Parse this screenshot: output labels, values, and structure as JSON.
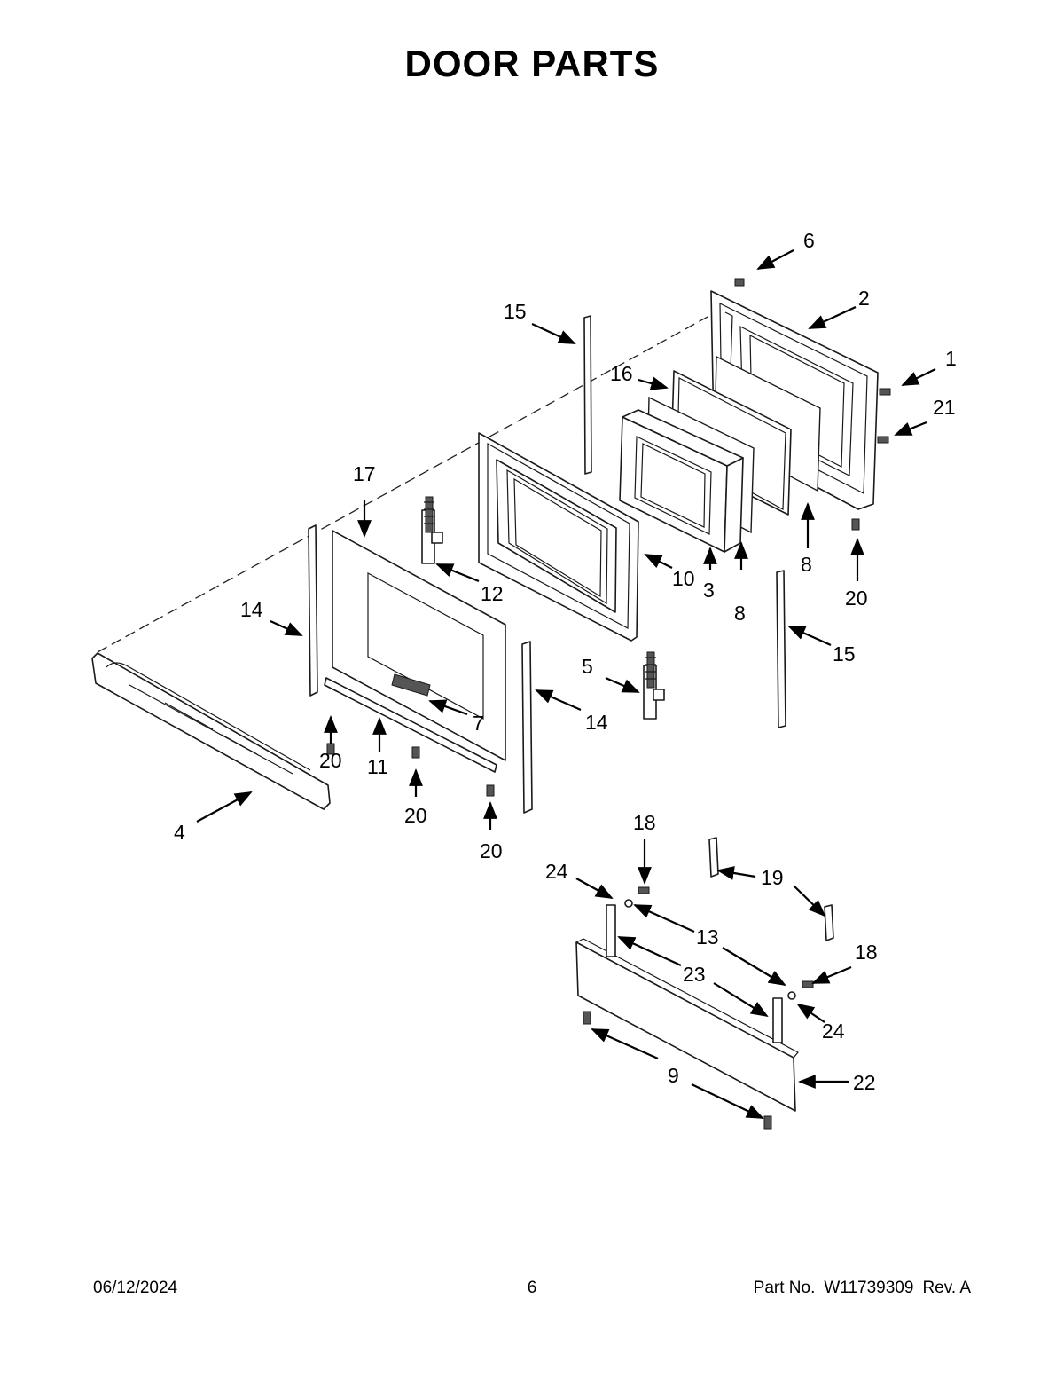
{
  "title": "DOOR PARTS",
  "footer": {
    "date": "06/12/2024",
    "page": "6",
    "part_label": "Part No.",
    "part_number": "W11739309",
    "revision": "Rev.  A"
  },
  "callouts": {
    "c1": "1",
    "c2": "2",
    "c3": "3",
    "c4": "4",
    "c5": "5",
    "c6": "6",
    "c7": "7",
    "c8a": "8",
    "c8b": "8",
    "c9": "9",
    "c10": "10",
    "c11": "11",
    "c12": "12",
    "c13": "13",
    "c14a": "14",
    "c14b": "14",
    "c15a": "15",
    "c15b": "15",
    "c16": "16",
    "c17": "17",
    "c18a": "18",
    "c18b": "18",
    "c19": "19",
    "c20a": "20",
    "c20b": "20",
    "c20c": "20",
    "c20d": "20",
    "c21": "21",
    "c22": "22",
    "c23": "23",
    "c24a": "24",
    "c24b": "24"
  }
}
